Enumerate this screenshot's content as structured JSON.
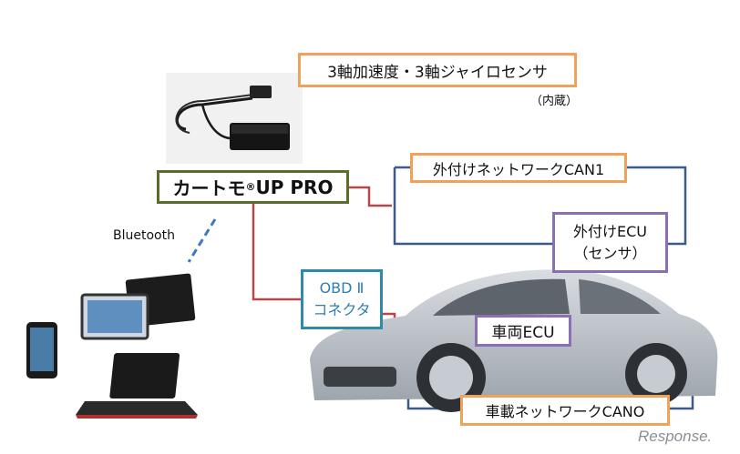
{
  "sensor_box": {
    "line1": "3軸加速度・3軸ジャイロセンサ",
    "note": "（内蔵）"
  },
  "device_box": {
    "name": "カートモ",
    "reg": "®",
    "model": " UP PRO"
  },
  "ext_network": {
    "label": "外付けネットワークCAN1"
  },
  "ext_ecu": {
    "line1": "外付けECU",
    "line2": "（センサ）"
  },
  "obd": {
    "line1": "OBD Ⅱ",
    "line2": "コネクタ"
  },
  "vehicle_ecu": {
    "label": "車両ECU"
  },
  "vehicle_network": {
    "label": "車載ネットワークCANO"
  },
  "bluetooth_label": "Bluetooth",
  "watermark": "Response.",
  "colors": {
    "orange": "#f0a25a",
    "green": "#5a6e2a",
    "teal": "#2e8aa8",
    "purple": "#8a6fb4",
    "navy": "#3a5a8c",
    "red": "#b8474a",
    "blue_dash": "#3a7ac0"
  }
}
